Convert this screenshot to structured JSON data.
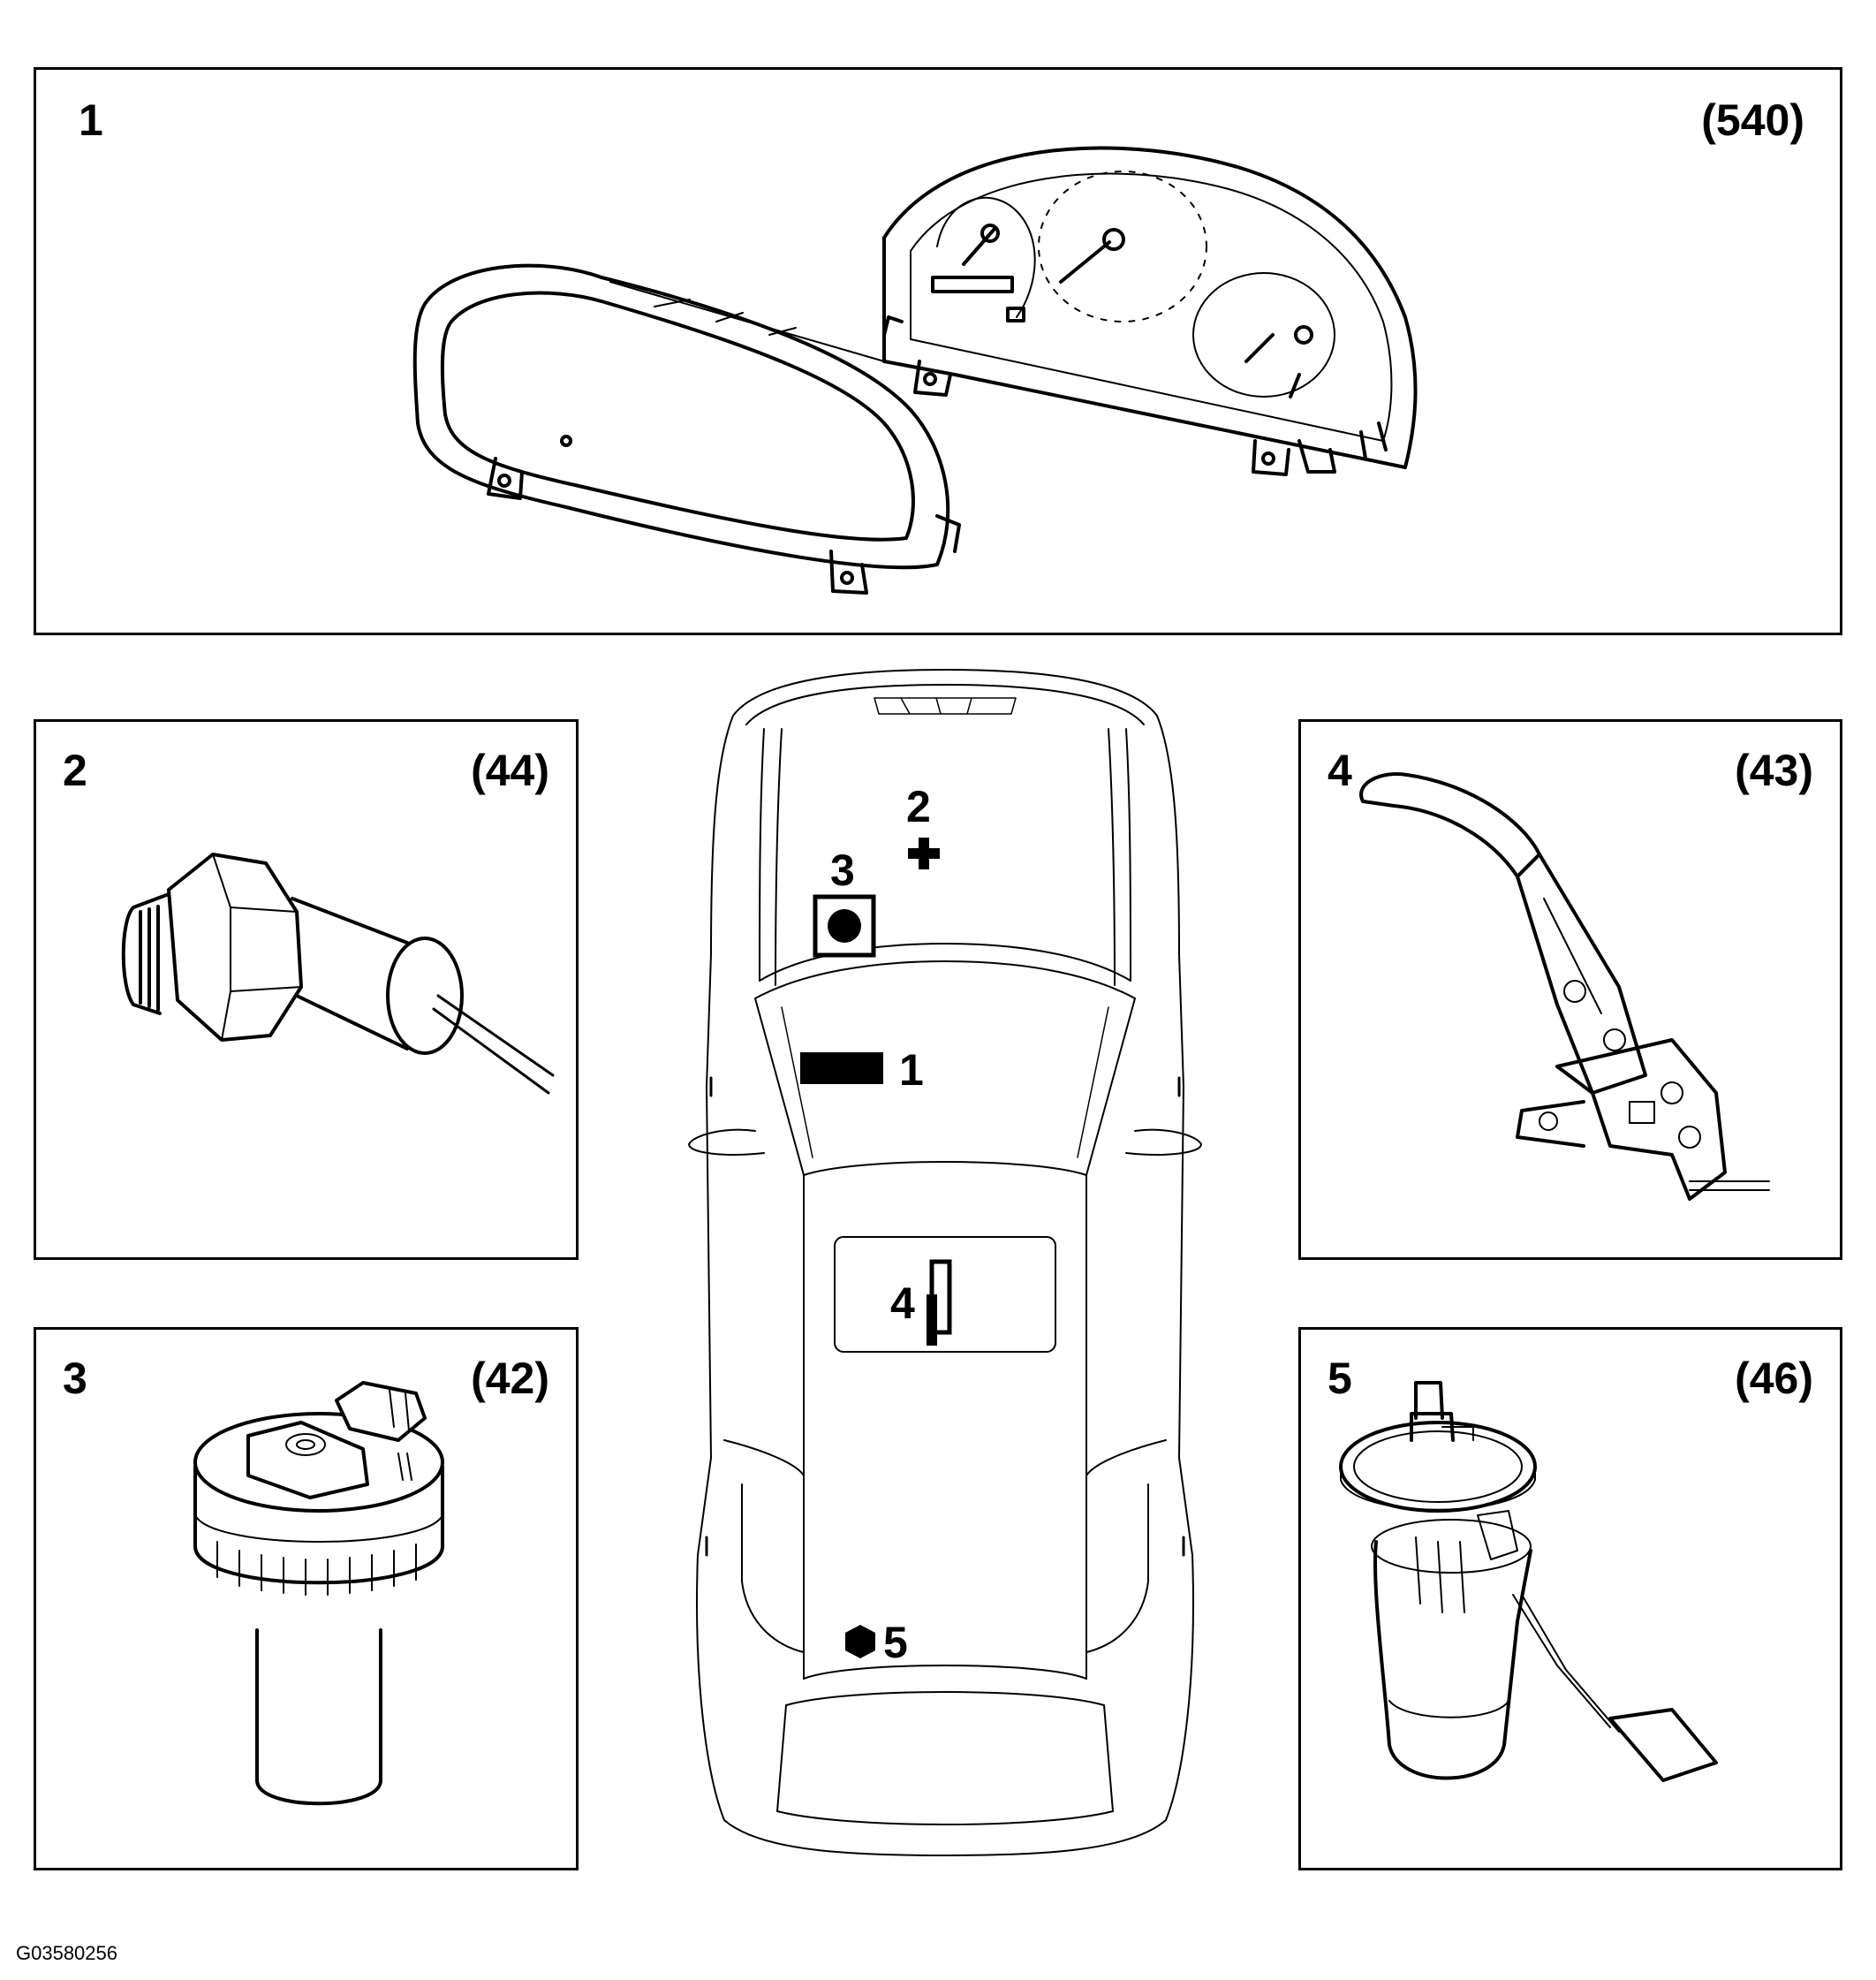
{
  "figure_id": "G03580256",
  "panels": [
    {
      "number": "1",
      "ref": "(540)",
      "icon": "instrument-cluster"
    },
    {
      "number": "2",
      "ref": "(44)",
      "icon": "pressure-sensor"
    },
    {
      "number": "3",
      "ref": "(42)",
      "icon": "fluid-level-sensor"
    },
    {
      "number": "4",
      "ref": "(43)",
      "icon": "parking-brake-lever"
    },
    {
      "number": "5",
      "ref": "(46)",
      "icon": "fuel-pump-sender"
    }
  ],
  "vehicle_callouts": [
    "1",
    "2",
    "3",
    "4",
    "5"
  ]
}
